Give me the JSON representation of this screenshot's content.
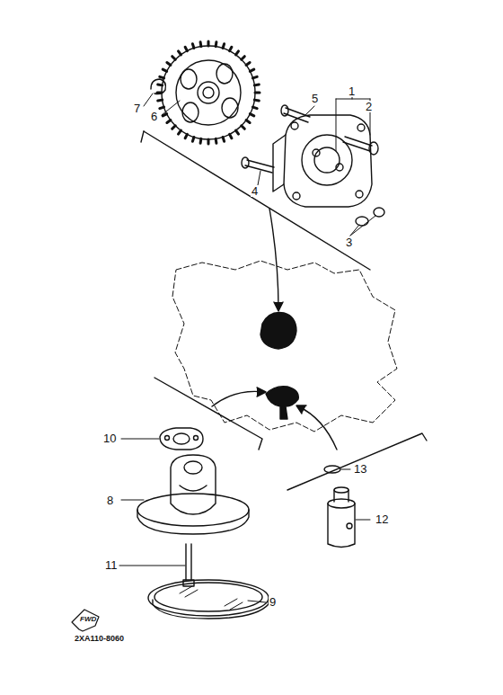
{
  "diagram": {
    "labels": [
      "1",
      "2",
      "3",
      "4",
      "5",
      "6",
      "7",
      "8",
      "9",
      "10",
      "11",
      "12",
      "13",
      "2XA110-8060",
      "FWD"
    ]
  }
}
